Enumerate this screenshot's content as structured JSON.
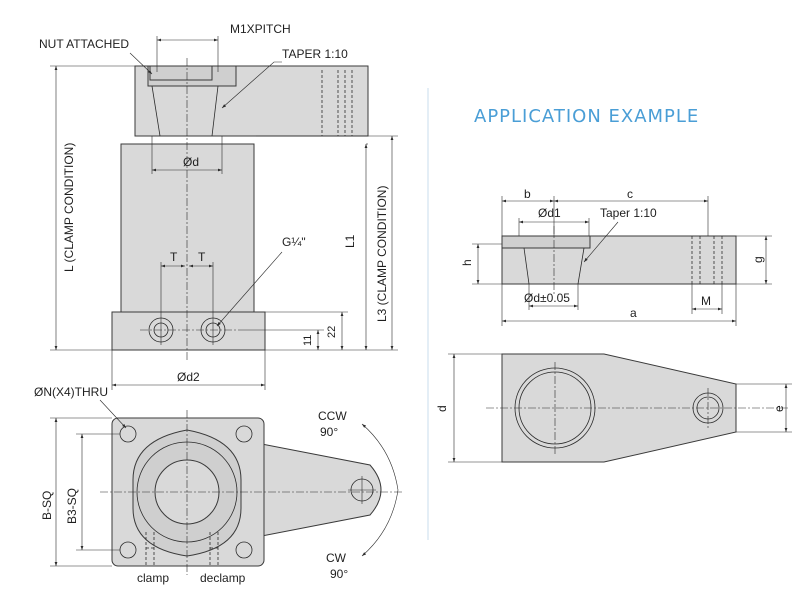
{
  "title": "APPLICATION EXAMPLE",
  "accent_color": "#4a9ed6",
  "front_view": {
    "nut_attached": "NUT ATTACHED",
    "m1_pitch": "M1XPITCH",
    "taper": "TAPER 1:10",
    "phi_d": "Ød",
    "l_label": "L (CLAMP CONDITION)",
    "l1_label": "L1",
    "l3_label": "L3 (CLAMP CONDITION)",
    "port": "G¼\"",
    "t1": "T",
    "t2": "T",
    "dim_22": "22",
    "dim_11": "11",
    "phi_d2": "Ød2"
  },
  "top_view": {
    "holes": "ØN(X4)THRU",
    "b_sq": "B-SQ",
    "b3_sq": "B3-SQ",
    "ccw": "CCW",
    "ccw_angle": "90°",
    "cw": "CW",
    "cw_angle": "90°",
    "clamp": "clamp",
    "declamp": "declamp"
  },
  "app_side": {
    "b": "b",
    "c": "c",
    "phi_d1": "Ød1",
    "taper": "Taper 1:10",
    "h": "h",
    "g": "g",
    "phi_d_tol": "Ød±0.05",
    "m": "M",
    "a": "a"
  },
  "app_top": {
    "d": "d",
    "e": "e"
  }
}
